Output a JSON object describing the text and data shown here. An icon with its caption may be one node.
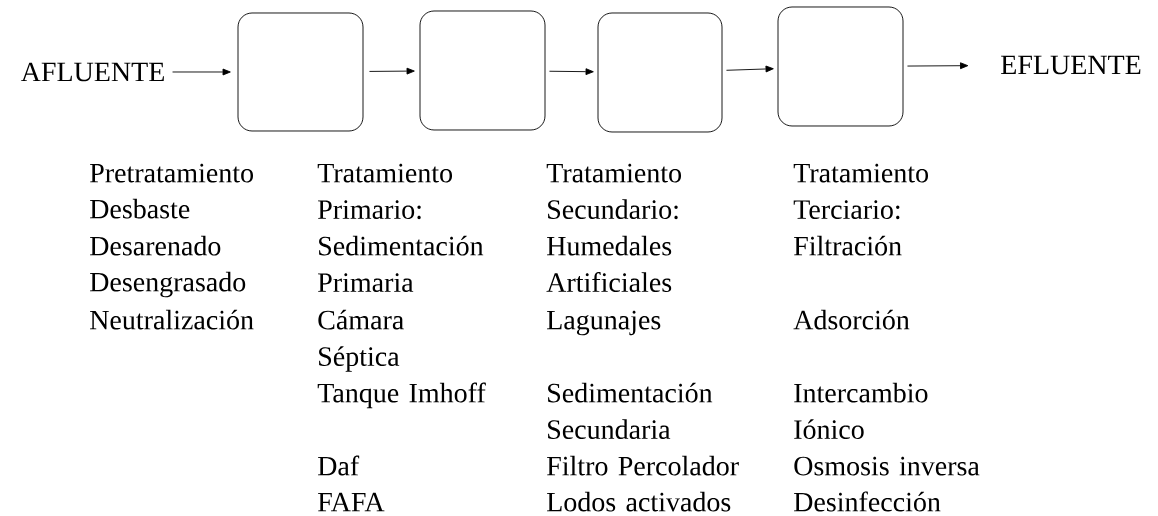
{
  "diagram": {
    "nodes": [
      {
        "text": [
          "AFLUENTE"
        ]
      },
      {
        "text": [],
        "shape": "box",
        "beside": [
          "Pretratamiento",
          "Desbaste",
          "Desarenado",
          "Desengrasado",
          "Neutralización"
        ]
      },
      {
        "text": [],
        "shape": "box",
        "beside": [
          "Tratamiento Primario:",
          "Sedimentación Primaria",
          "Cámara Séptica",
          "Tanque Imhoff",
          "Daf",
          "FAFA"
        ]
      },
      {
        "text": [],
        "shape": "box",
        "beside": [
          "Tratamiento Secundario:",
          "Humedales Artificiales",
          "Lagunajes",
          "Sedimentación Secundaria",
          "Filtro Percolador",
          "Lodos activados"
        ]
      },
      {
        "text": [],
        "shape": "box",
        "beside": [
          "Tratamiento Terciario:",
          "Filtración",
          "Adsorción",
          "Intercambio Iónico",
          "Osmosis inversa",
          "Desinfección"
        ]
      },
      {
        "text": [
          "EFLUENTE"
        ]
      }
    ],
    "edges": [
      {
        "from": 0,
        "to": 1,
        "arrow": "to"
      },
      {
        "from": 1,
        "to": 2,
        "arrow": "to"
      },
      {
        "from": 2,
        "to": 3,
        "arrow": "to"
      },
      {
        "from": 3,
        "to": 4,
        "arrow": "to"
      },
      {
        "from": 4,
        "to": 5,
        "arrow": "to"
      }
    ]
  }
}
